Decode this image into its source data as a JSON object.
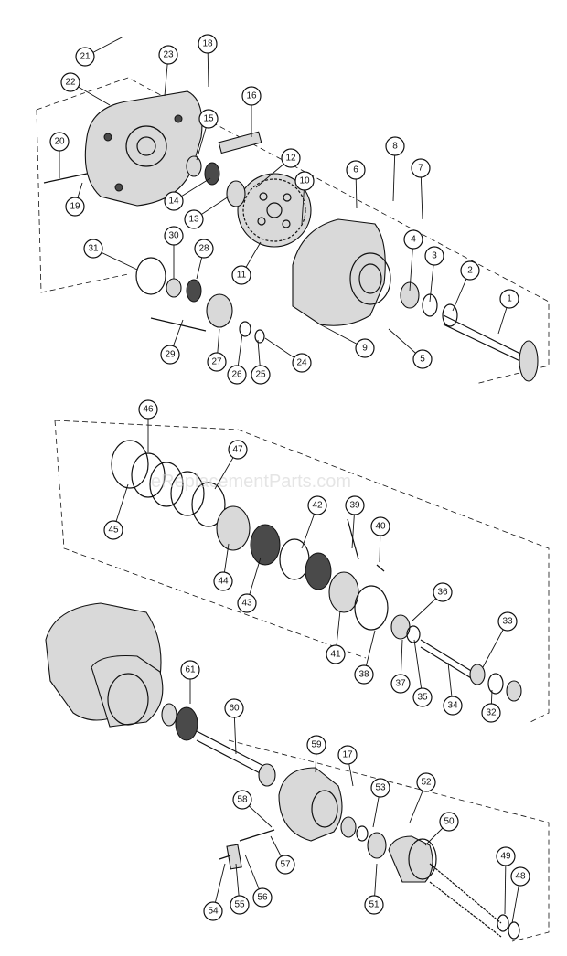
{
  "watermark": "eReplacementParts.com",
  "callouts": [
    "1",
    "2",
    "3",
    "4",
    "5",
    "6",
    "7",
    "8",
    "9",
    "10",
    "11",
    "12",
    "13",
    "14",
    "15",
    "16",
    "17",
    "18",
    "19",
    "20",
    "21",
    "22",
    "23",
    "24",
    "25",
    "26",
    "27",
    "28",
    "29",
    "30",
    "31",
    "32",
    "33",
    "34",
    "35",
    "36",
    "37",
    "38",
    "39",
    "40",
    "41",
    "42",
    "43",
    "44",
    "45",
    "46",
    "47",
    "48",
    "49",
    "50",
    "51",
    "52",
    "53",
    "54",
    "55",
    "56",
    "57",
    "58",
    "59",
    "60",
    "61"
  ]
}
